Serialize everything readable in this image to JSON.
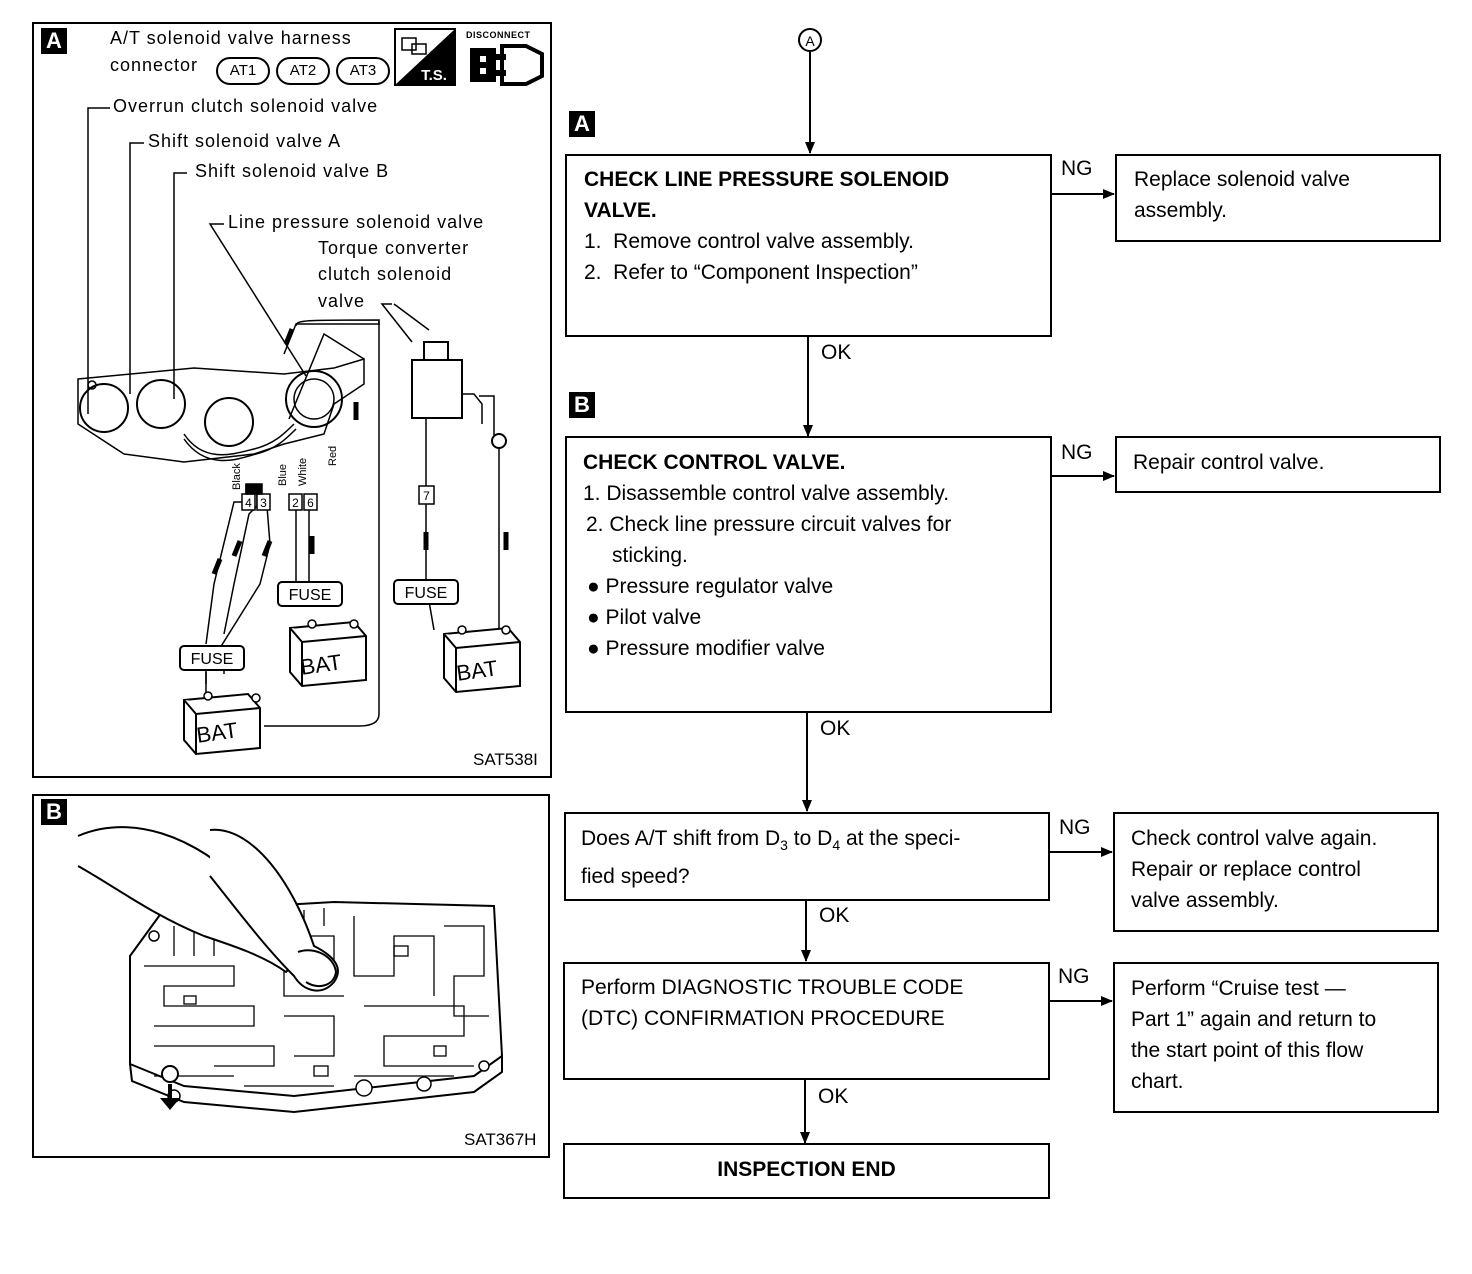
{
  "figure_a": {
    "tag": "A",
    "harness_line1": "A/T solenoid valve harness",
    "harness_line2": "connector",
    "connectors": [
      "AT1",
      "AT2",
      "AT3"
    ],
    "ts_label": "T.S.",
    "disconnect_label": "DISCONNECT",
    "callouts": {
      "overrun": "Overrun clutch solenoid valve",
      "shift_a": "Shift solenoid valve A",
      "shift_b": "Shift solenoid valve B",
      "line_pressure": "Line pressure solenoid valve",
      "tcc_1": "Torque converter",
      "tcc_2": "clutch solenoid",
      "tcc_3": "valve"
    },
    "wire_colors": [
      "Black",
      "Blue",
      "White",
      "Red"
    ],
    "terminals": [
      "4",
      "3",
      "2",
      "6",
      "7"
    ],
    "fuse_label": "FUSE",
    "bat_label": "BAT",
    "code": "SAT538I"
  },
  "figure_b": {
    "tag": "B",
    "code": "SAT367H"
  },
  "flow": {
    "start_marker": "A",
    "step_a": {
      "tag": "A",
      "title_1": "CHECK LINE PRESSURE SOLENOID",
      "title_2": "VALVE.",
      "items": [
        "1.  Remove control valve assembly.",
        "2.  Refer to “Component Inspection”"
      ],
      "ng_result": [
        "Replace solenoid valve",
        "assembly."
      ]
    },
    "step_b": {
      "tag": "B",
      "title": "CHECK CONTROL VALVE.",
      "items": [
        "1. Disassemble control valve assembly.",
        "2. Check line pressure circuit valves for",
        "sticking."
      ],
      "bullets": [
        "Pressure regulator valve",
        "Pilot valve",
        "Pressure modifier valve"
      ],
      "ng_result": [
        "Repair control valve."
      ]
    },
    "step_c": {
      "pre": "Does A/T shift from D",
      "sub1": "3",
      "mid": " to D",
      "sub2": "4",
      "post": " at the speci-",
      "line2": "fied speed?",
      "ng_result": [
        "Check control valve again.",
        "Repair or replace control",
        "valve assembly."
      ]
    },
    "step_d": {
      "lines": [
        "Perform DIAGNOSTIC TROUBLE CODE",
        "(DTC) CONFIRMATION PROCEDURE"
      ],
      "ng_result": [
        "Perform “Cruise test —",
        "Part 1” again and return to",
        "the start point of this flow",
        "chart."
      ]
    },
    "end": "INSPECTION END",
    "ng": "NG",
    "ok": "OK"
  }
}
